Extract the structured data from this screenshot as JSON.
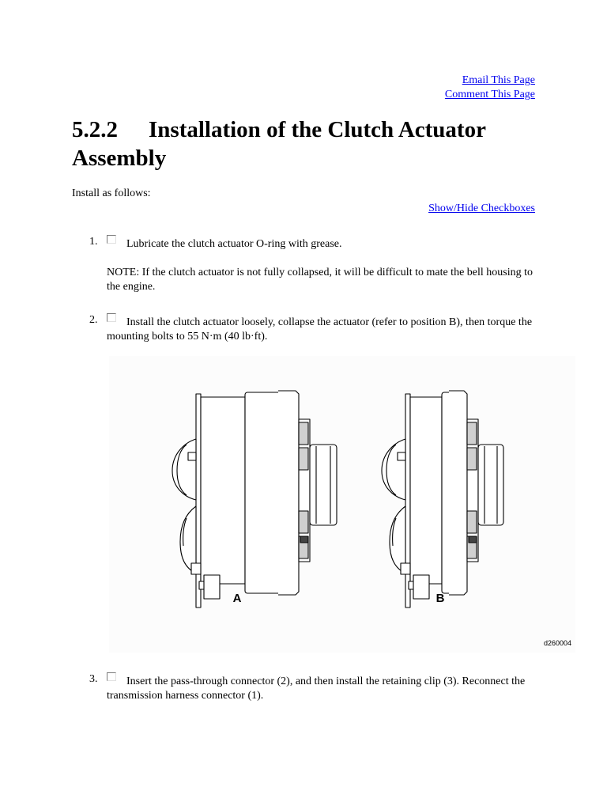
{
  "links": {
    "email": "Email This Page",
    "comment": "Comment This Page",
    "toggle_checkboxes": "Show/Hide Checkboxes"
  },
  "heading": {
    "section_number": "5.2.2",
    "title": "Installation of the Clutch Actuator Assembly"
  },
  "intro": "Install as follows:",
  "steps": [
    {
      "number": "1.",
      "text": "Lubricate the clutch actuator O-ring with grease.",
      "note": "NOTE: If the clutch actuator is not fully collapsed, it will be difficult to mate the bell housing to the engine."
    },
    {
      "number": "2.",
      "text": "Install the clutch actuator loosely, collapse the actuator (refer to position B), then torque the mounting bolts to 55 N·m (40 lb·ft)."
    },
    {
      "number": "3.",
      "text": "Insert the pass-through connector (2), and then install the retaining clip (3). Reconnect the transmission harness connector (1)."
    }
  ],
  "figure": {
    "label_a": "A",
    "label_b": "B",
    "drawing_id": "d260004"
  },
  "colors": {
    "link": "#0000ee",
    "text": "#000000",
    "line_art": "#000000"
  },
  "icons": {
    "checkbox": "checkbox-icon"
  }
}
